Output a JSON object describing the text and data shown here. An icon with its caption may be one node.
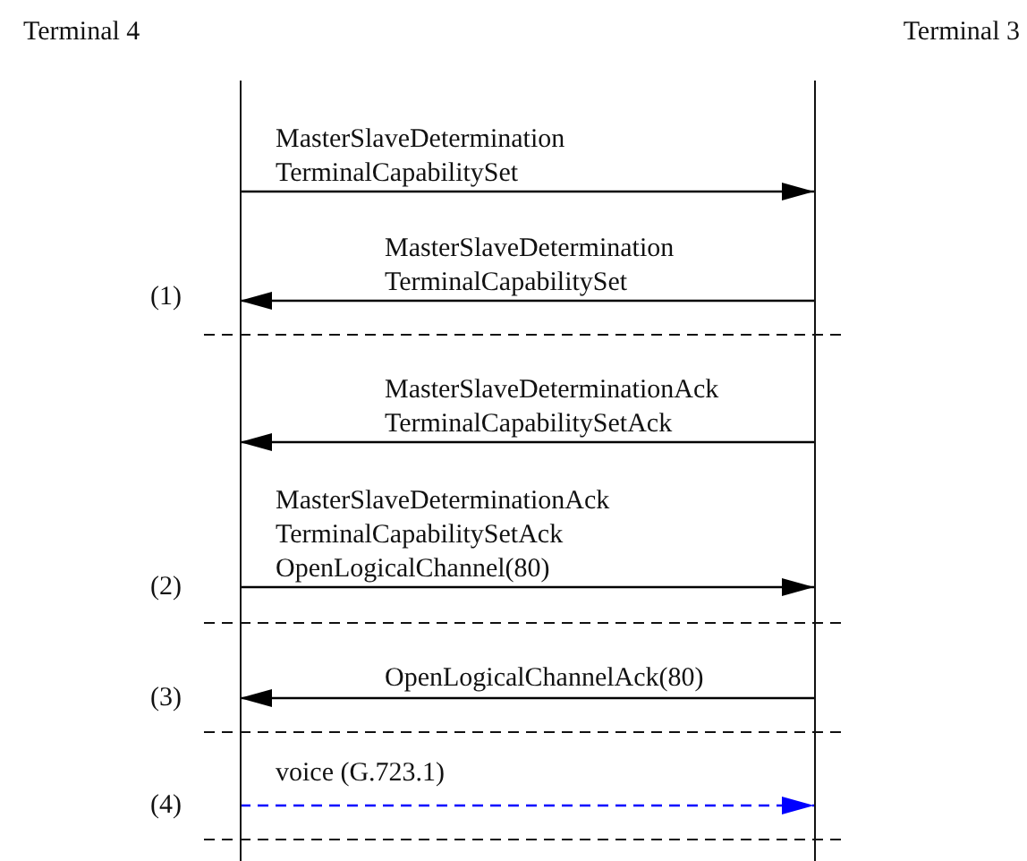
{
  "diagram": {
    "nodes": [
      {
        "text": [
          "Terminal 4"
        ]
      },
      {
        "text": [
          "Terminal 3"
        ]
      }
    ],
    "edges": [
      {
        "from": 0,
        "to": 1,
        "arrow": "to",
        "label": "MasterSlaveDetermination TerminalCapabilitySet"
      },
      {
        "from": 1,
        "to": 0,
        "arrow": "to",
        "label": "MasterSlaveDetermination TerminalCapabilitySet"
      },
      {
        "from": 1,
        "to": 0,
        "arrow": "to",
        "label": "MasterSlaveDeterminationAck TerminalCapabilitySetAck"
      },
      {
        "from": 0,
        "to": 1,
        "arrow": "to",
        "label": "MasterSlaveDeterminationAck TerminalCapabilitySetAck OpenLogicalChannel(80)"
      },
      {
        "from": 1,
        "to": 0,
        "arrow": "to",
        "label": "OpenLogicalChannelAck(80)"
      },
      {
        "from": 0,
        "to": 1,
        "arrow": "to",
        "label": "voice (G.723.1)",
        "style": "dashed",
        "color": "#0000ff"
      }
    ],
    "labels": [
      "(1)",
      "(2)",
      "(3)",
      "(4)"
    ]
  }
}
